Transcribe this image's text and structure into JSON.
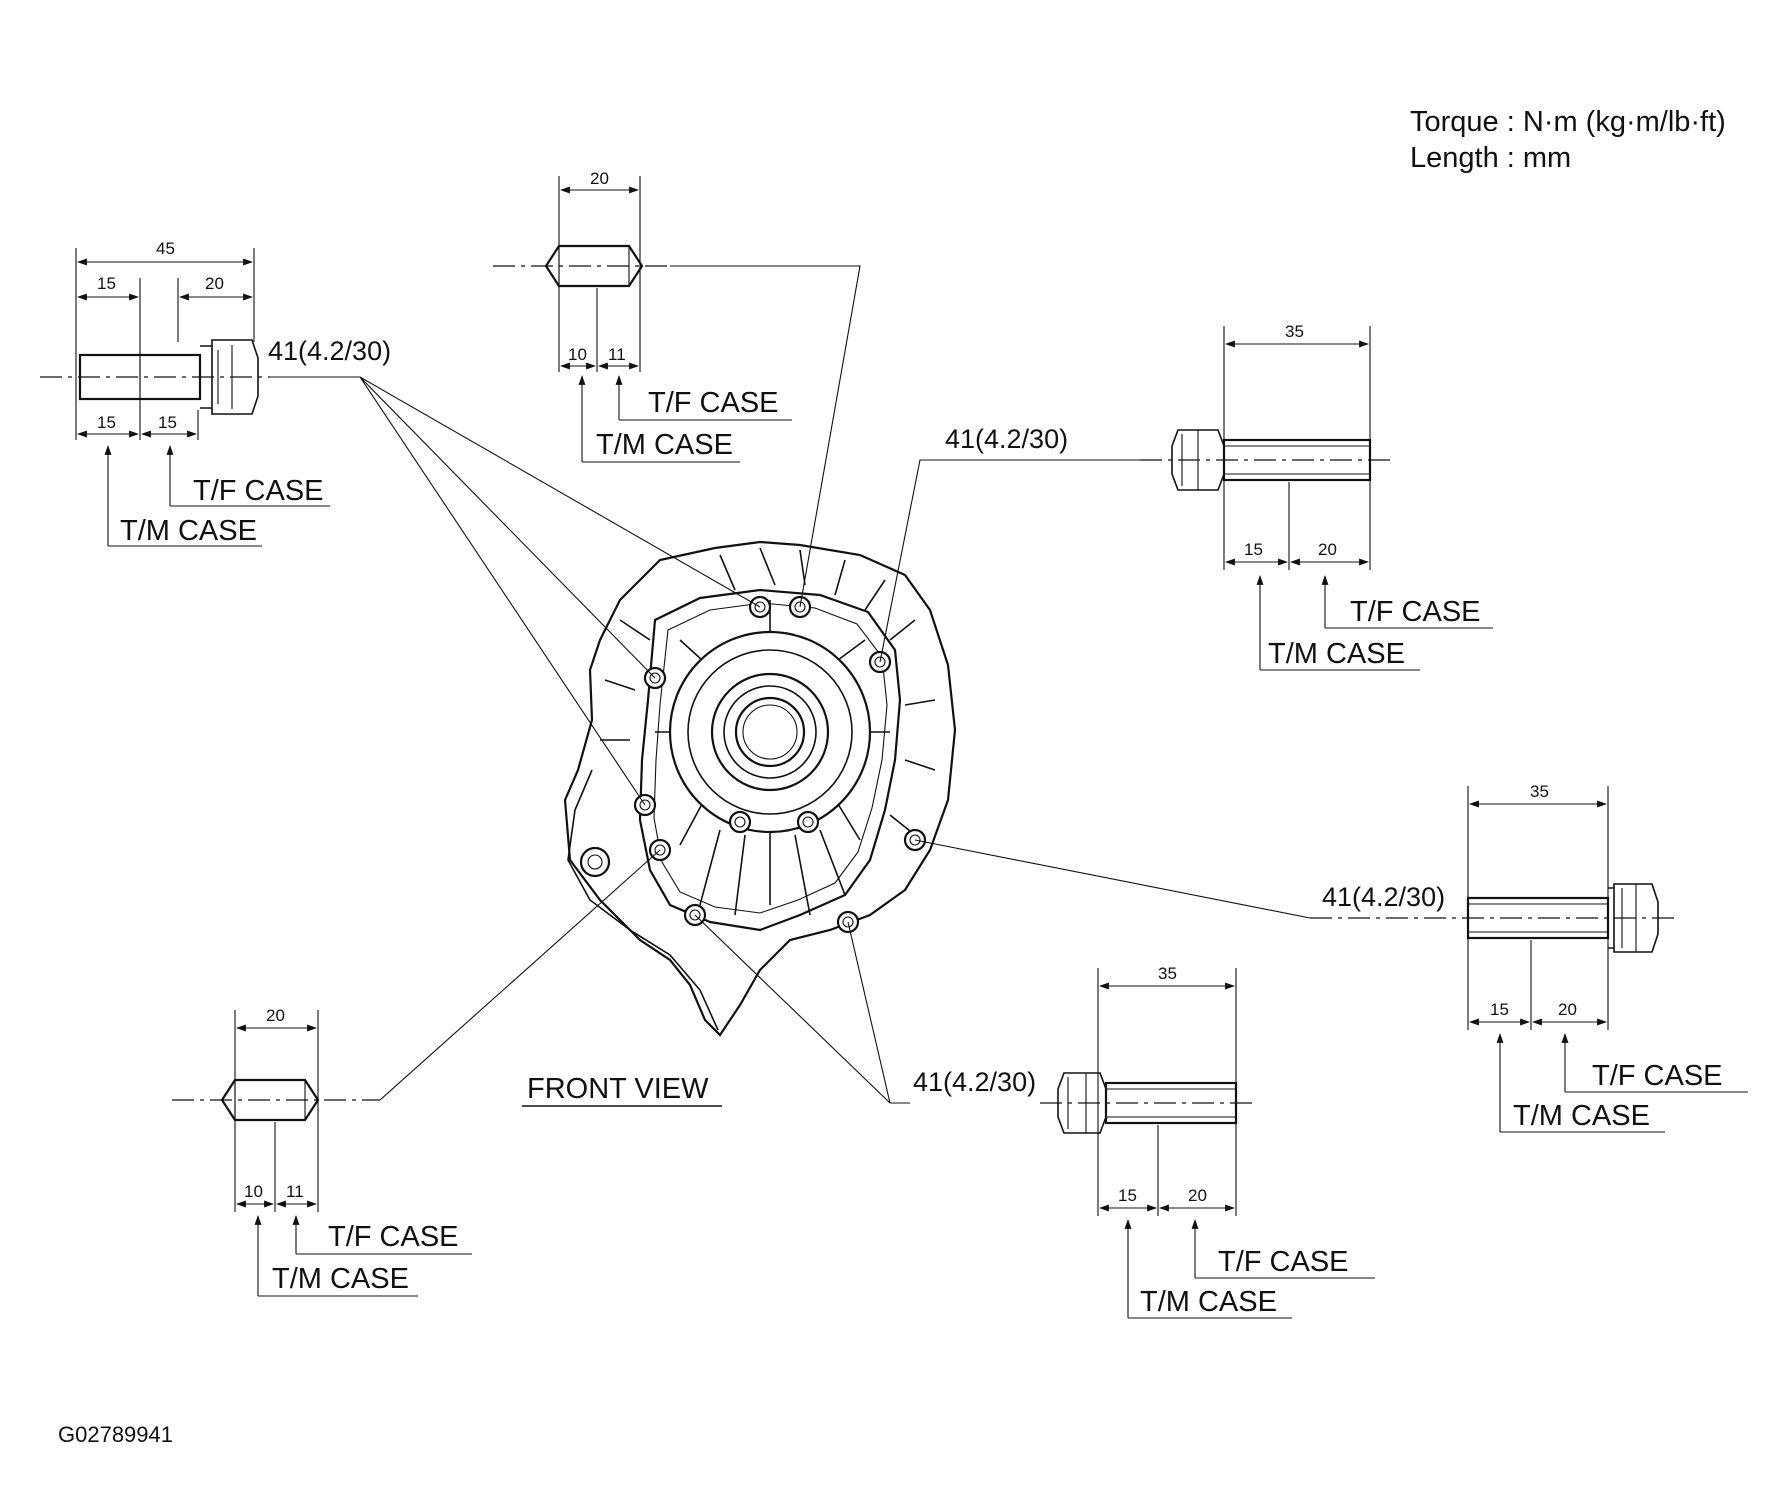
{
  "header": {
    "torque_units": "Torque : N·m (kg·m/lb·ft)",
    "length_units": "Length : mm"
  },
  "figure_id": "G02789941",
  "front_view_label": "FRONT VIEW",
  "callouts": {
    "top_left_bolt": {
      "torque": "41(4.2/30)",
      "overall": "45",
      "top_left": "15",
      "top_right": "20",
      "bottom_left": "15",
      "bottom_right": "15",
      "tf_case": "T/F CASE",
      "tm_case": "T/M CASE"
    },
    "top_dowel": {
      "overall": "20",
      "left": "10",
      "right": "11",
      "tf_case": "T/F CASE",
      "tm_case": "T/M CASE"
    },
    "right_upper_bolt": {
      "torque": "41(4.2/30)",
      "overall": "35",
      "left": "15",
      "right": "20",
      "tf_case": "T/F CASE",
      "tm_case": "T/M CASE"
    },
    "right_lower_bolt": {
      "torque": "41(4.2/30)",
      "overall": "35",
      "left": "15",
      "right": "20",
      "tf_case": "T/F CASE",
      "tm_case": "T/M CASE"
    },
    "bottom_center_bolt": {
      "torque": "41(4.2/30)",
      "overall": "35",
      "left": "15",
      "right": "20",
      "tf_case": "T/F CASE",
      "tm_case": "T/M CASE"
    },
    "bottom_left_dowel": {
      "overall": "20",
      "left": "10",
      "right": "11",
      "tf_case": "T/F CASE",
      "tm_case": "T/M CASE"
    }
  }
}
